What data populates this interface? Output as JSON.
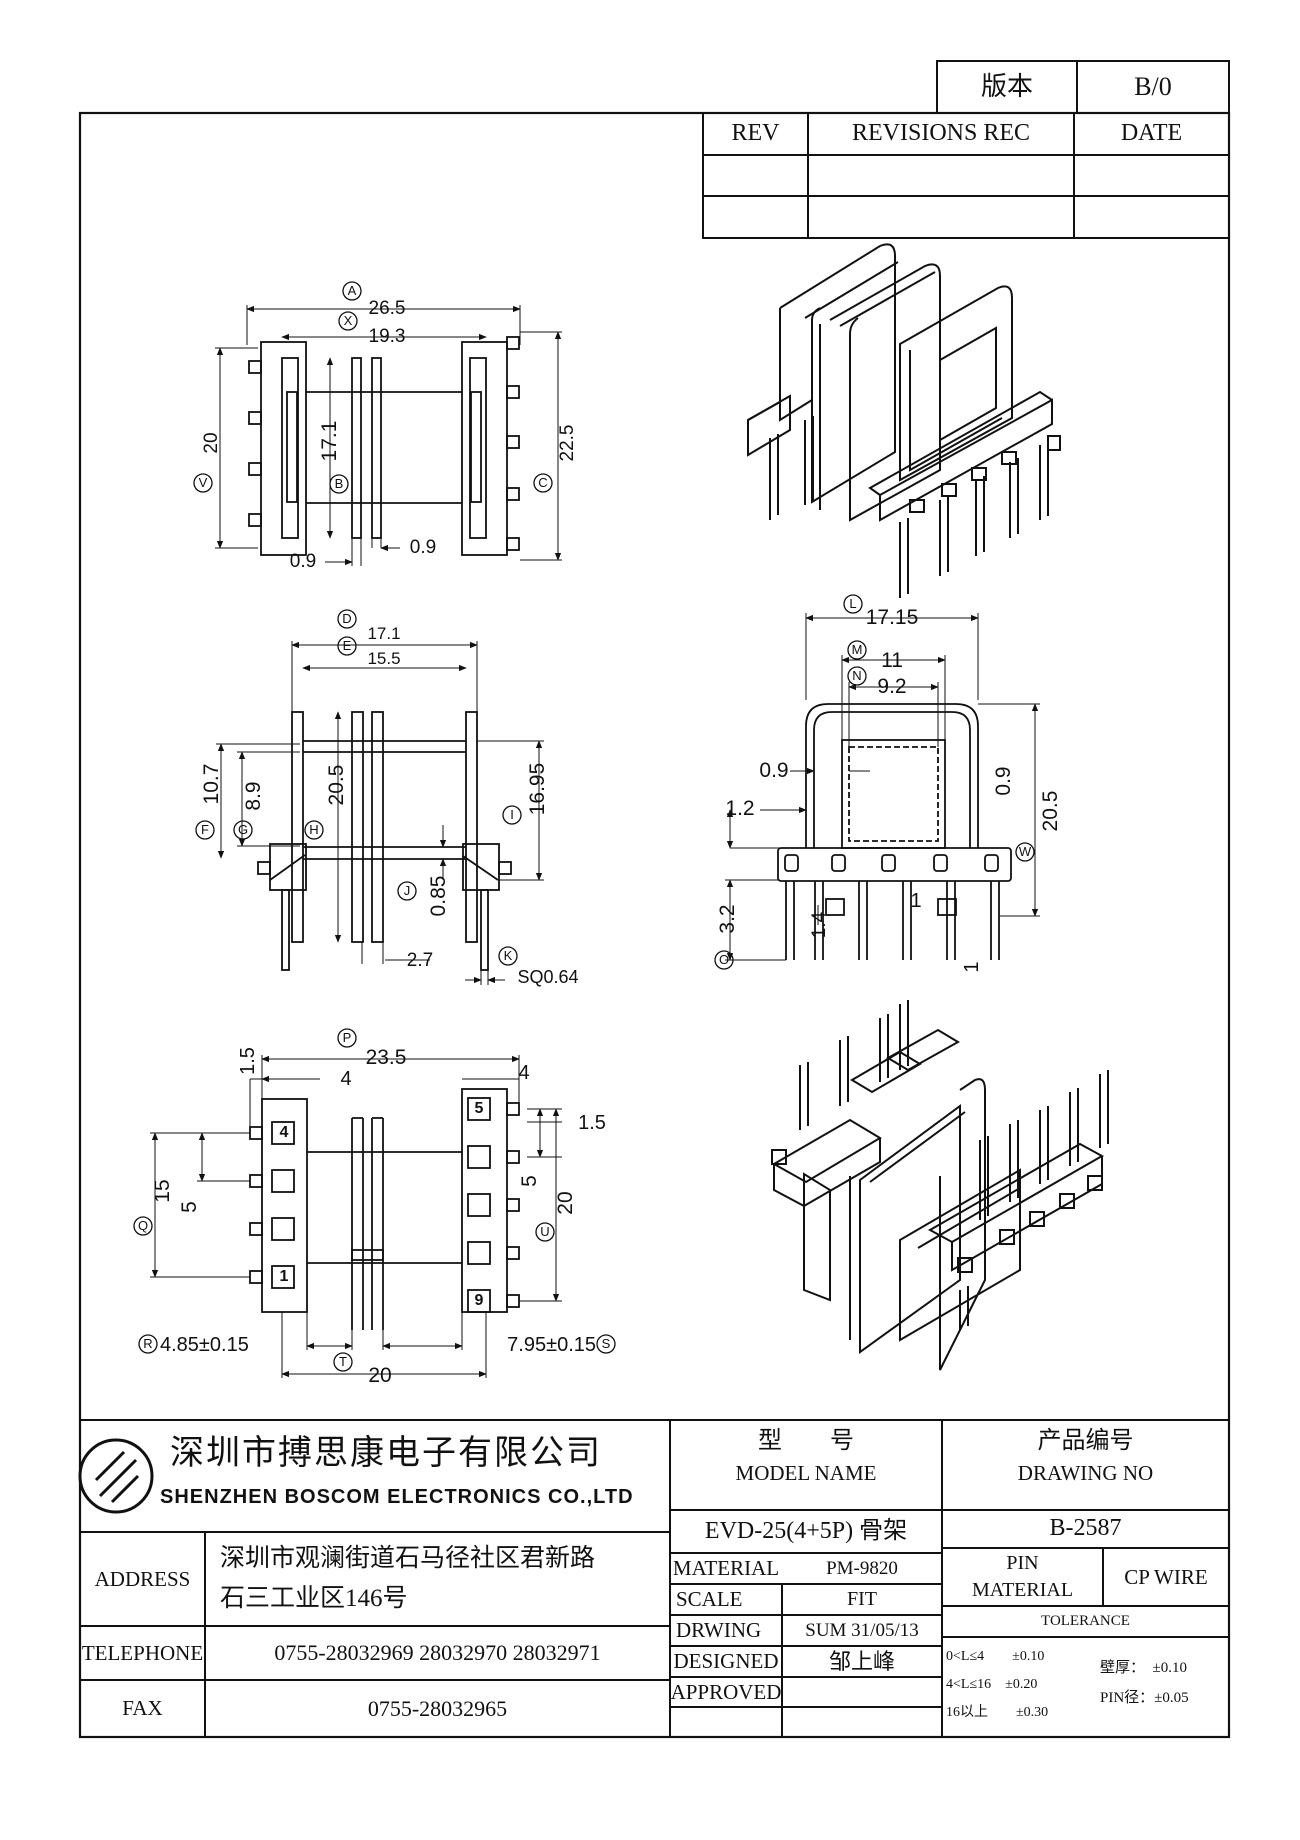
{
  "version_box": {
    "label": "版本",
    "value": "B/0"
  },
  "revisions": {
    "headers": [
      "REV",
      "REVISIONS REC",
      "DATE"
    ],
    "rows": [
      [
        "",
        "",
        ""
      ],
      [
        "",
        "",
        ""
      ]
    ]
  },
  "company": {
    "name_cn": "深圳市搏思康电子有限公司",
    "name_en": "SHENZHEN BOSCOM ELECTRONICS CO.,LTD"
  },
  "contact": {
    "address_label": "ADDRESS",
    "address_line1": "深圳市观澜街道石马径社区君新路",
    "address_line2": "石三工业区146号",
    "telephone_label": "TELEPHONE",
    "telephone": "0755-28032969 28032970 28032971",
    "fax_label": "FAX",
    "fax": "0755-28032965"
  },
  "model": {
    "label_cn": "型　　号",
    "label_en": "MODEL NAME",
    "value": "EVD-25(4+5P) 骨架"
  },
  "drawing": {
    "label_cn": "产品编号",
    "label_en": "DRAWING NO",
    "value": "B-2587"
  },
  "specs": {
    "material_label": "MATERIAL",
    "material": "PM-9820",
    "scale_label": "SCALE",
    "scale": "FIT",
    "drwing_label": "DRWING",
    "drwing": "SUM 31/05/13",
    "designed_label": "DESIGNED",
    "designed": "邹上峰",
    "approved_label": "APPROVED",
    "approved": ""
  },
  "pin": {
    "label_line1": "PIN",
    "label_line2": "MATERIAL",
    "value": "CP WIRE"
  },
  "tolerance": {
    "title": "TOLERANCE",
    "rows": [
      "0<L≤4　　±0.10",
      "4<L≤16　±0.20",
      "16以上　　±0.30"
    ],
    "wall": "壁厚：　±0.10",
    "pin_dia": "PIN径：±0.05"
  },
  "dimensions": {
    "top_view": {
      "A": "A",
      "A_val": "26.5",
      "X": "X",
      "X_val": "19.3",
      "V": "V",
      "V_val": "20",
      "H171": "17.1",
      "B": "B",
      "C": "C",
      "C_val": "22.5",
      "w1": "0.9",
      "w2": "0.9"
    },
    "side_view": {
      "D": "D",
      "D_val": "17.1",
      "E": "E",
      "E_val": "15.5",
      "F": "F",
      "F_val": "10.7",
      "G": "G",
      "G_val": "8.9",
      "H": "H",
      "H_val": "20.5",
      "I": "I",
      "I_val": "16.95",
      "J": "J",
      "J_val": "0.85",
      "K": "K",
      "K_val": "SQ0.64",
      "g27": "2.7"
    },
    "front_view": {
      "L": "L",
      "L_val": "17.15",
      "M": "M",
      "M_val": "11",
      "N": "N",
      "N_val": "9.2",
      "t09a": "0.9",
      "t09b": "0.9",
      "t12": "1.2",
      "W": "W",
      "W_val": "20.5",
      "O": "O",
      "O_val": "3.2",
      "v14": "1.4",
      "v1a": "1",
      "v1b": "1"
    },
    "bottom_view": {
      "P": "P",
      "P_val": "23.5",
      "d15a": "1.5",
      "d4a": "4",
      "d4b": "4",
      "d15b": "1.5",
      "Q": "Q",
      "Q_val": "15",
      "d5a": "5",
      "d5b": "5",
      "U": "U",
      "U_val": "20",
      "R": "R",
      "R_val": "4.85±0.15",
      "S": "S",
      "S_val": "7.95±0.15",
      "T": "T",
      "T_val": "20",
      "pin_labels": [
        "4",
        "1",
        "5",
        "9"
      ]
    }
  }
}
